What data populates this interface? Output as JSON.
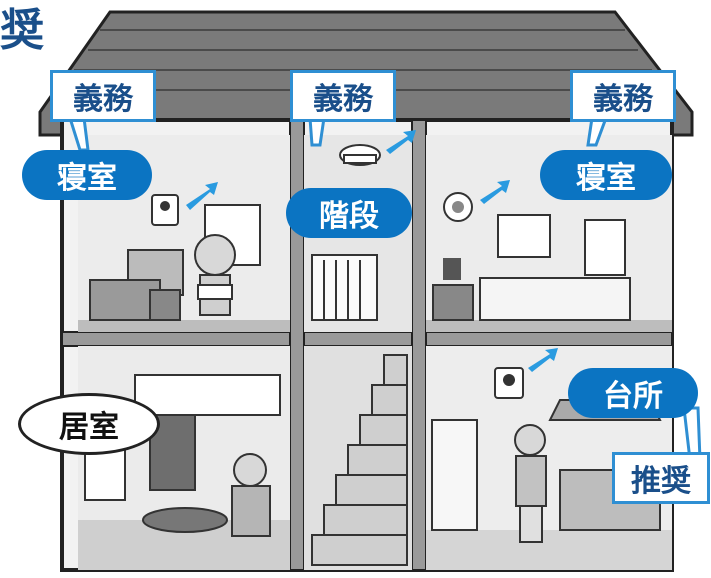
{
  "labels": {
    "corner_glyph": "奨",
    "mandatory_left": "義務",
    "mandatory_center": "義務",
    "mandatory_right": "義務",
    "bedroom_left": "寝室",
    "stairs": "階段",
    "bedroom_right": "寝室",
    "living_room": "居室",
    "kitchen": "台所",
    "recommended": "推奨"
  },
  "colors": {
    "accent_blue": "#0b74c2",
    "box_border": "#2f8fd3",
    "arrow_blue": "#2a9be0",
    "line": "#222222"
  },
  "icons": [
    "smoke-alarm-icon",
    "arrow-icon",
    "heat-detector-icon"
  ]
}
